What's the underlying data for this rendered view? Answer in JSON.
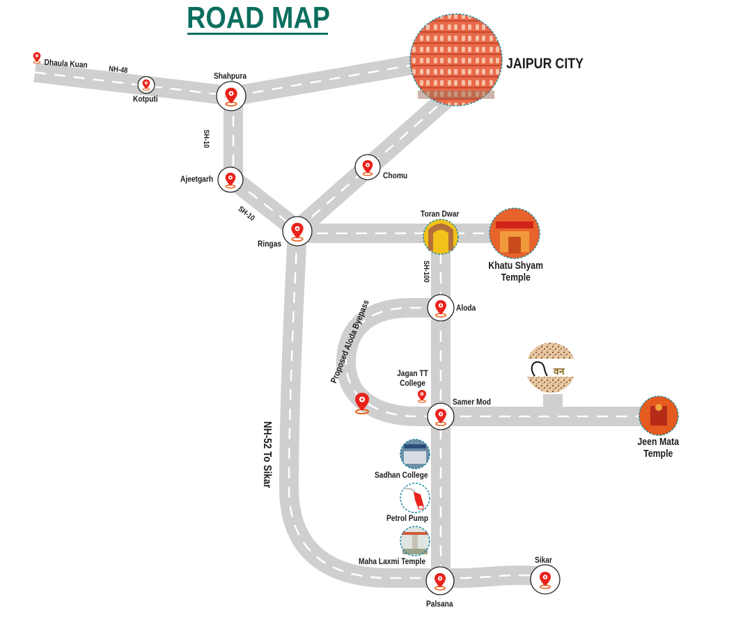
{
  "title": "ROAD MAP",
  "colors": {
    "title": "#0b6e5e",
    "road": "#cfcfcf",
    "road_dash": "#ffffff",
    "pin": "#e8231c",
    "pin_base": "#e8601c",
    "node_ring": "#222222",
    "photo_ring": "#1d8aa0"
  },
  "roads": {
    "nh48": "NH-48",
    "sh10_vertical": "SH-10",
    "sh10_diagonal": "SH-10",
    "sh100": "SH-100",
    "nh52": "NH-52 To Sikar",
    "bypass": "Proposed Aloda Byepass"
  },
  "places": {
    "dhaula_kuan": "Dhaula Kuan",
    "kotputi": "Kotputi",
    "shahpura": "Shahpura",
    "jaipur": "JAIPUR CITY",
    "ajeetgarh": "Ajeetgarh",
    "chomu": "Chomu",
    "ringas": "Ringas",
    "toran_dwar": "Toran Dwar",
    "khatu_shyam_1": "Khatu Shyam",
    "khatu_shyam_2": "Temple",
    "aloda": "Aloda",
    "jagan_1": "Jagan TT",
    "jagan_2": "College",
    "samer_mod": "Samer Mod",
    "jeen_mata_1": "Jeen Mata",
    "jeen_mata_2": "Temple",
    "sadhan": "Sadhan College",
    "petrol": "Petrol Pump",
    "maha_laxmi": "Maha Laxmi Temple",
    "palsana": "Palsana",
    "sikar": "Sikar",
    "project_logo_text": "वन"
  },
  "icons": {
    "location_pin": "location-pin-icon",
    "fuel_nozzle": "fuel-nozzle-icon"
  }
}
